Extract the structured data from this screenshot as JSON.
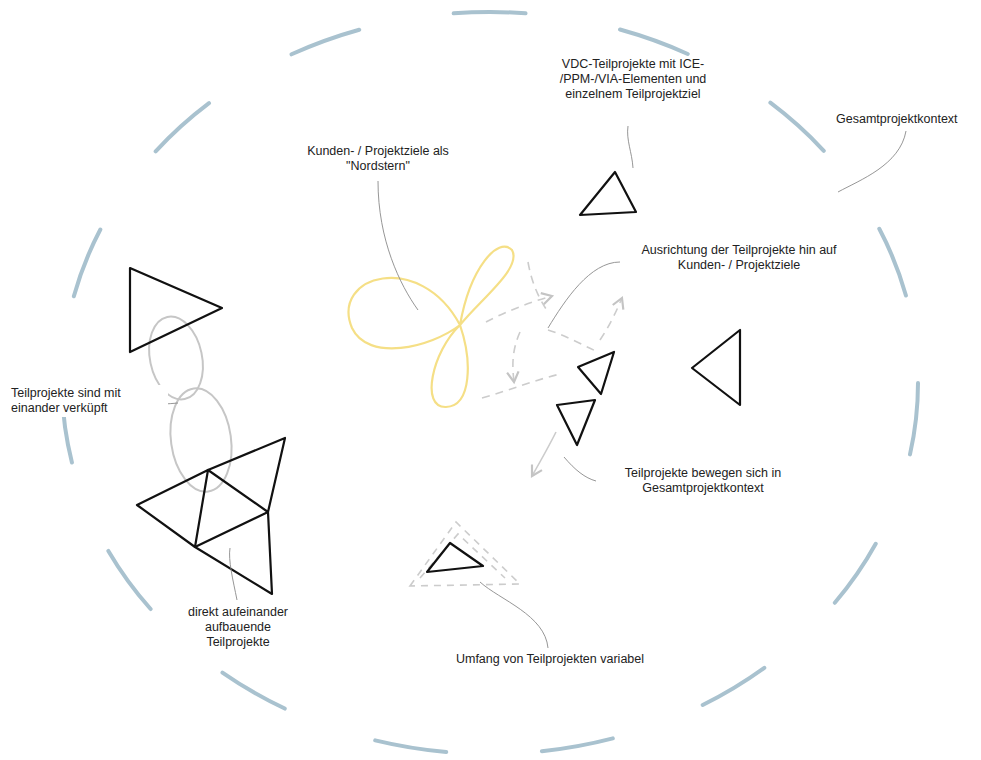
{
  "diagram": {
    "labels": [
      "VDC-Teilprojekte mit ICE- /PPM-/VIA-Elementen und einzelnem Teilprojektziel",
      "Gesamtprojektkontext",
      "Kunden- / Projektziele als \"Nordstern\"",
      "Ausrichtung der Teilprojekte hin auf Kunden- / Projektziele",
      "Teilprojekte sind mit einander verküpft",
      "Teilprojekte bewegen sich in Gesamtprojektkontext",
      "direkt aufeinander aufbauende Teilprojekte",
      "Umfang von Teilprojekten variabel"
    ]
  }
}
